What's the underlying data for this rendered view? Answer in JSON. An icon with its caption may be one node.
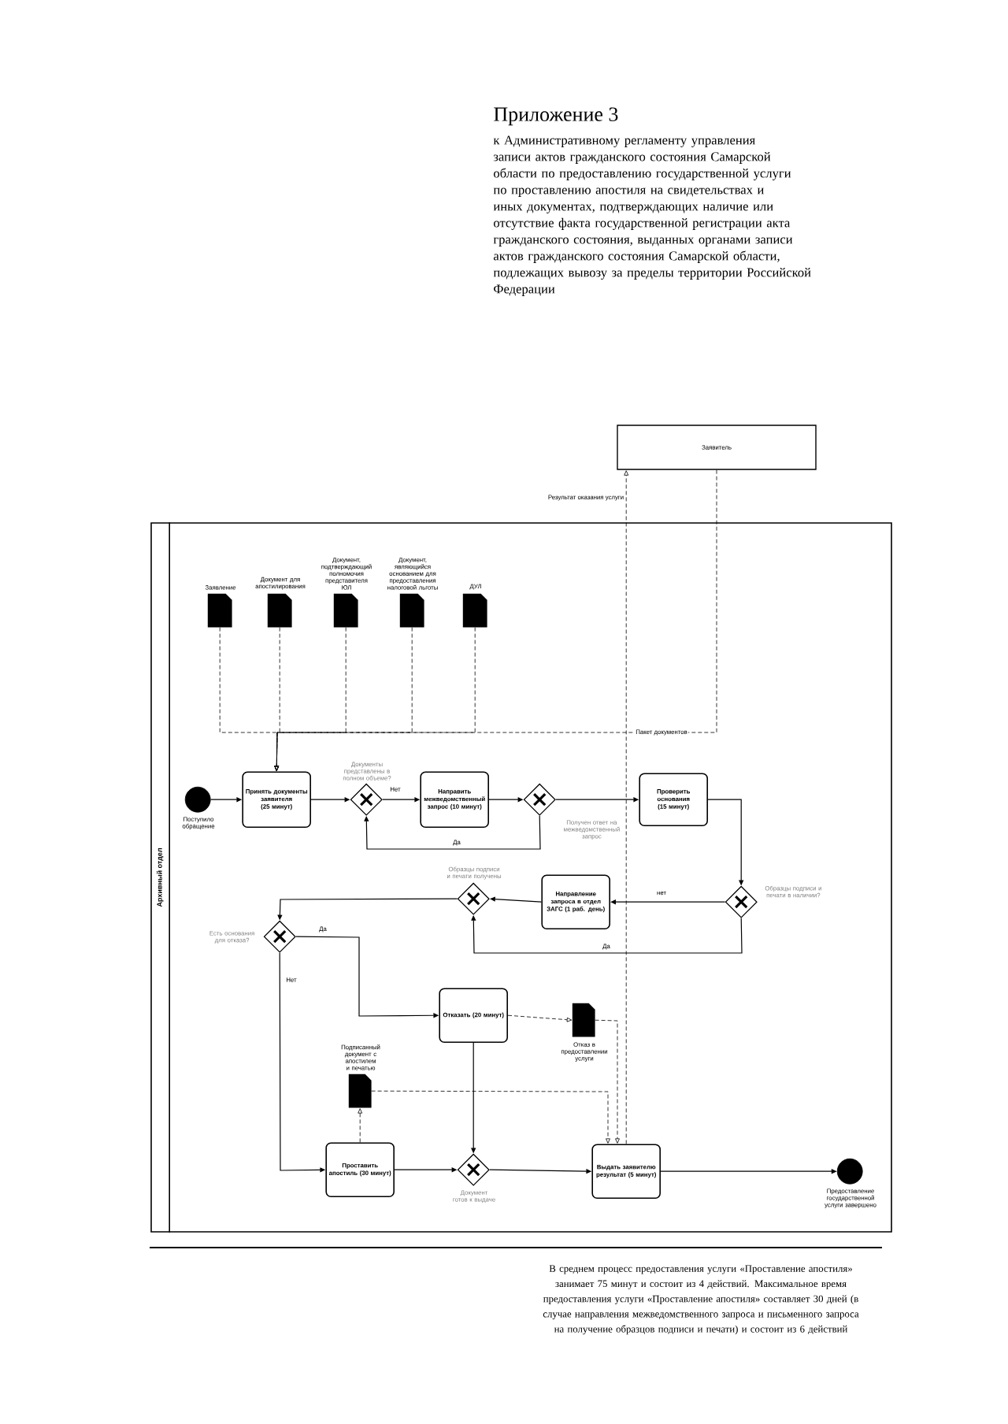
{
  "diagram": {
    "title": "Приложение 3",
    "labels": [
      "к Административному регламенту управления записи актов гражданского состояния Самарской области по предоставлению государственной услуги по проставлению апостиля на свидетельствах и иных документах, подтверждающих наличие или отсутствие факта государственной регистрации акта гражданского состояния, выданных органами записи актов гражданского состояния Самарской области, подлежащих вывозу за пределы территории Российской Федерации"
    ],
    "caption": "В среднем процесс предоставления услуги «Проставление апостиля» занимает 75 минут и состоит из 4 действий. Максимальное время предоставления услуги «Проставление апостиля» составляет 30 дней (в случае направления межведомственного запроса и письменного запроса на получение образцов подписи и печати) и состоит из 6 действий",
    "nodes": [
      {
        "text": [
          "Заявитель"
        ]
      },
      {
        "text": [
          "Архивный отдел"
        ]
      },
      {
        "text": [],
        "shape": "document",
        "in": 1,
        "beside": [
          "Заявление"
        ]
      },
      {
        "text": [],
        "shape": "document",
        "in": 1,
        "beside": [
          "Документ для апостилирования"
        ]
      },
      {
        "text": [],
        "shape": "document",
        "in": 1,
        "beside": [
          "Документ, подтверждающий полномочия представителя ЮЛ"
        ]
      },
      {
        "text": [],
        "shape": "document",
        "in": 1,
        "beside": [
          "Документ, являющийся основанием для предоставления налоговой льготы"
        ]
      },
      {
        "text": [],
        "shape": "document",
        "in": 1,
        "beside": [
          "ДУЛ"
        ]
      },
      {
        "text": [],
        "shape": "circle",
        "in": 1,
        "beside": [
          "Поступило обращение"
        ]
      },
      {
        "text": [
          "Принять документы заявителя (25 минут)"
        ],
        "in": 1
      },
      {
        "text": [],
        "shape": "diamond",
        "in": 1,
        "beside": [
          "Документы представлены в полном объеме?"
        ]
      },
      {
        "text": [
          "Направить межведомственный запрос (10 минут)"
        ],
        "in": 1
      },
      {
        "text": [],
        "shape": "diamond",
        "in": 1,
        "beside": [
          "Получен ответ на межведомственный запрос"
        ]
      },
      {
        "text": [
          "Проверить основания (15 минут)"
        ],
        "in": 1
      },
      {
        "text": [],
        "shape": "diamond",
        "in": 1,
        "beside": [
          "Образцы подписи и печати в наличии?"
        ]
      },
      {
        "text": [
          "Направление запроса в отдел ЗАГС (1 раб. день)"
        ],
        "in": 1
      },
      {
        "text": [],
        "shape": "diamond",
        "in": 1,
        "beside": [
          "Образцы подписи и печати получены"
        ]
      },
      {
        "text": [],
        "shape": "diamond",
        "in": 1,
        "beside": [
          "Есть основания для отказа?"
        ]
      },
      {
        "text": [
          "Отказать (20 минут)"
        ],
        "in": 1
      },
      {
        "text": [],
        "shape": "document",
        "in": 1,
        "beside": [
          "Отказ в предоставлении услуги"
        ]
      },
      {
        "text": [],
        "shape": "document",
        "in": 1,
        "beside": [
          "Подписанный документ с апостилем и печатью"
        ]
      },
      {
        "text": [
          "Проставить апостиль (30 минут)"
        ],
        "in": 1
      },
      {
        "text": [],
        "shape": "diamond",
        "in": 1,
        "beside": [
          "Документ готов к выдаче"
        ]
      },
      {
        "text": [
          "Выдать заявителю результат (5 минут)"
        ],
        "in": 1
      },
      {
        "text": [],
        "shape": "circle",
        "in": 1,
        "beside": [
          "Предоставление государственной услуги завершено"
        ]
      }
    ],
    "edges": [
      {
        "from": 2,
        "to": 8,
        "arrow": "to",
        "style": "dashed"
      },
      {
        "from": 3,
        "to": 8,
        "arrow": "to",
        "style": "dashed"
      },
      {
        "from": 4,
        "to": 8,
        "arrow": "to",
        "style": "dashed"
      },
      {
        "from": 5,
        "to": 8,
        "arrow": "to",
        "style": "dashed"
      },
      {
        "from": 6,
        "to": 8,
        "arrow": "to",
        "style": "dashed"
      },
      {
        "from": 0,
        "to": 8,
        "arrow": "to",
        "style": "dashed",
        "label": "Пакет документов"
      },
      {
        "from": 7,
        "to": 8,
        "arrow": "to"
      },
      {
        "from": 8,
        "to": 9,
        "arrow": "to"
      },
      {
        "from": 9,
        "to": 10,
        "arrow": "to",
        "label": "Нет"
      },
      {
        "from": 10,
        "to": 11,
        "arrow": "to"
      },
      {
        "from": 11,
        "to": 9,
        "arrow": "to",
        "label": "Да"
      },
      {
        "from": 11,
        "to": 12,
        "arrow": "to"
      },
      {
        "from": 12,
        "to": 13,
        "arrow": "to"
      },
      {
        "from": 13,
        "to": 14,
        "arrow": "to",
        "label": "нет"
      },
      {
        "from": 14,
        "to": 15,
        "arrow": "to"
      },
      {
        "from": 13,
        "to": 15,
        "arrow": "to",
        "label": "Да"
      },
      {
        "from": 15,
        "to": 16,
        "arrow": "to"
      },
      {
        "from": 16,
        "to": 17,
        "arrow": "to",
        "label": "Да"
      },
      {
        "from": 16,
        "to": 20,
        "arrow": "to",
        "label": "Нет"
      },
      {
        "from": 17,
        "to": 18,
        "arrow": "to",
        "style": "dashed"
      },
      {
        "from": 17,
        "to": 21,
        "arrow": "to"
      },
      {
        "from": 20,
        "to": 19,
        "arrow": "to",
        "style": "dashed"
      },
      {
        "from": 20,
        "to": 21,
        "arrow": "to"
      },
      {
        "from": 21,
        "to": 22,
        "arrow": "to"
      },
      {
        "from": 19,
        "to": 22,
        "arrow": "to",
        "style": "dashed"
      },
      {
        "from": 18,
        "to": 22,
        "arrow": "to",
        "style": "dashed"
      },
      {
        "from": 22,
        "to": 0,
        "arrow": "to",
        "style": "dashed",
        "label": "Результат оказания услуги"
      },
      {
        "from": 22,
        "to": 23,
        "arrow": "to"
      }
    ]
  }
}
